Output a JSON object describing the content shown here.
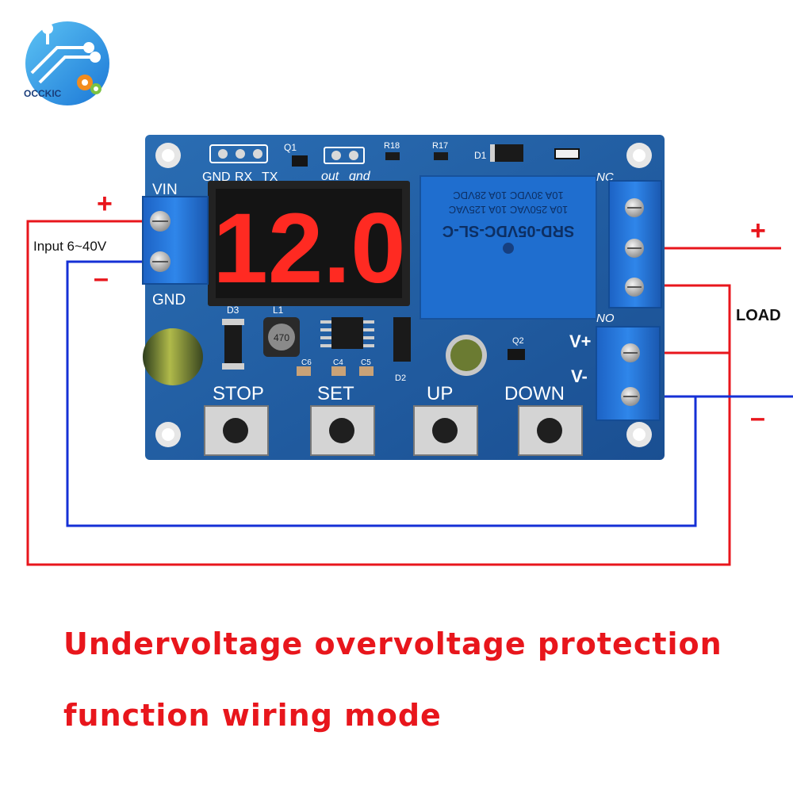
{
  "brand": {
    "name": "OCCKIC"
  },
  "board": {
    "header_pins": [
      "GND",
      "RX",
      "TX"
    ],
    "out_pins": [
      "out",
      "gnd"
    ],
    "refs": {
      "q1": "Q1",
      "r18": "R18",
      "r17": "R17",
      "d1": "D1",
      "d3": "D3",
      "l1": "L1",
      "c6": "C6",
      "c4": "C4",
      "c5": "C5",
      "d2": "D2",
      "q2": "Q2",
      "nc": "NC",
      "no": "NO",
      "inductor_code": "470"
    },
    "vin_label": "VIN",
    "gnd_label": "GND",
    "display_value": "12.0",
    "relay_lines": [
      "SRD-05VDC-SL-C",
      "10A 250VAC  10A 125VAC",
      "10A 30VDC  10A 28VDC"
    ],
    "vplus_label": "V+",
    "vminus_label": "V-",
    "buttons": [
      "STOP",
      "SET",
      "UP",
      "DOWN"
    ]
  },
  "wiring": {
    "input_plus": "+",
    "input_minus": "–",
    "input_label": "Input 6~40V",
    "load_label": "LOAD",
    "load_plus": "+",
    "load_minus": "–",
    "colors": {
      "positive": "#e8161c",
      "negative": "#1530d6",
      "board": "#1f5ea6",
      "terminal": "#1d6fd1"
    }
  },
  "caption": {
    "line1": "Undervoltage overvoltage protection",
    "line2": "function wiring mode"
  }
}
